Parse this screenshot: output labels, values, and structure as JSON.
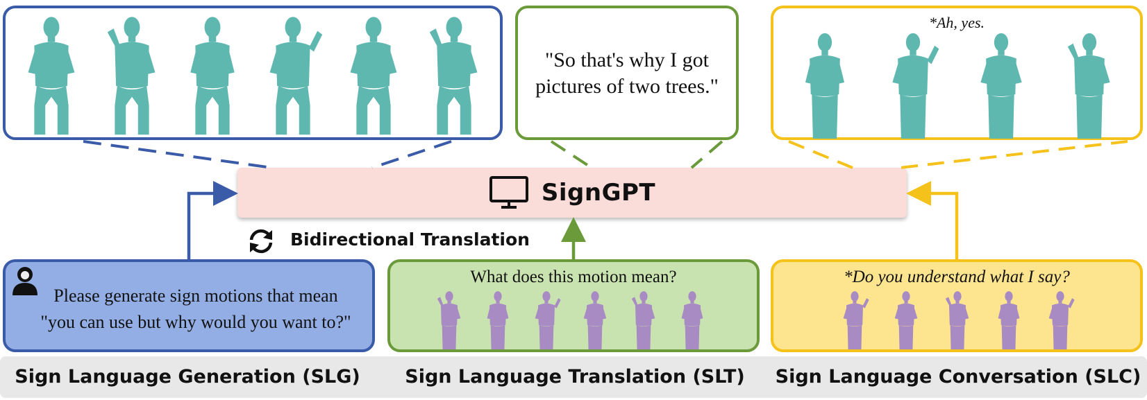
{
  "slt_output": {
    "text_line1": "\"So that's why I got",
    "text_line2": "pictures of two trees.\""
  },
  "slc_output": {
    "caption": "*Ah, yes."
  },
  "center": {
    "title": "SignGPT",
    "icon": "monitor-icon"
  },
  "bidirectional": {
    "label": "Bidirectional Translation",
    "icon": "sync-arrows-icon"
  },
  "slg_input": {
    "line1": "Please generate sign motions that mean",
    "line2": "\"you can use but why would you want to?\"",
    "icon": "user-avatar-icon"
  },
  "slt_input": {
    "question": "What does this motion mean?"
  },
  "slc_input": {
    "question": "*Do you understand what I say?"
  },
  "tasks": {
    "slg": "Sign Language Generation (SLG)",
    "slt": "Sign Language Translation (SLT)",
    "slc": "Sign Language Conversation (SLC)"
  },
  "colors": {
    "blue": "#3a5ba7",
    "green": "#6a9a3a",
    "yellow": "#f5c21b",
    "teal_figure": "#5fb8b0",
    "purple_figure": "#a98bc4",
    "blue_fill": "#93aee4",
    "green_fill": "#c9e3b0",
    "yellow_fill": "#fde48e",
    "pink_fill": "#fadcd9"
  }
}
